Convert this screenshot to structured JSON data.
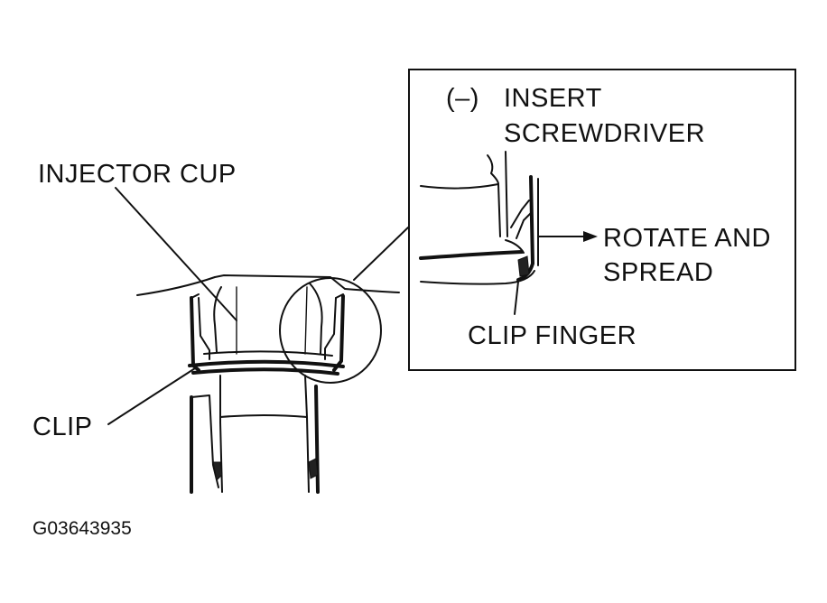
{
  "labels": {
    "injector_cup": "INJECTOR CUP",
    "clip": "CLIP",
    "inset_tool": "(–)",
    "insert_line1": "INSERT",
    "insert_line2": "SCREWDRIVER",
    "rotate_line1": "ROTATE AND",
    "rotate_line2": "SPREAD",
    "clip_finger": "CLIP FINGER"
  },
  "figure_code": "G03643935"
}
